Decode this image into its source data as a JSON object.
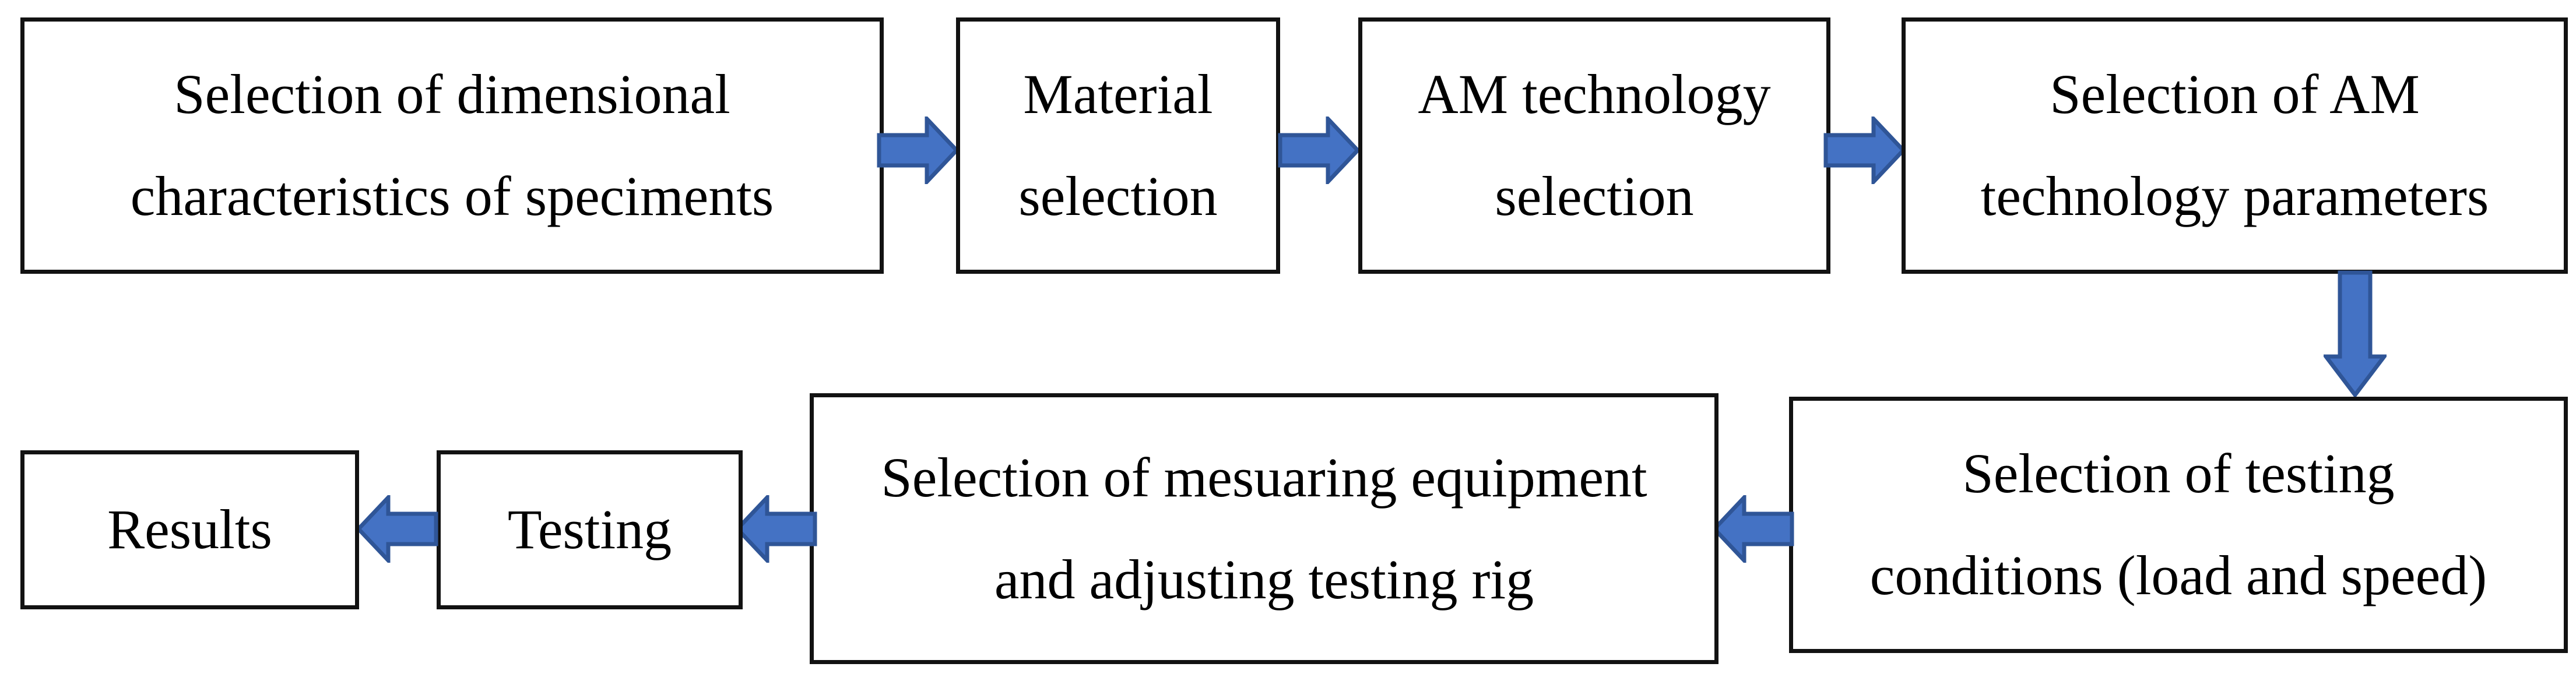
{
  "diagram": {
    "type": "flowchart",
    "background_color": "#ffffff",
    "box_border_color": "#121212",
    "text_color": "#000000",
    "arrow_fill_color": "#4472C4",
    "arrow_outline_color": "#2F5597",
    "boxes": [
      {
        "id": "box-dimensional",
        "lines": [
          "Selection of dimensional",
          "characteristics of speciments"
        ]
      },
      {
        "id": "box-material",
        "lines": [
          "Material",
          "selection"
        ]
      },
      {
        "id": "box-am-technology",
        "lines": [
          "AM technology",
          "selection"
        ]
      },
      {
        "id": "box-am-parameters",
        "lines": [
          "Selection of AM",
          "technology parameters"
        ]
      },
      {
        "id": "box-testing-conditions",
        "lines": [
          "Selection of testing",
          "conditions (load and speed)"
        ]
      },
      {
        "id": "box-measuring",
        "lines": [
          "Selection of mesuaring equipment",
          "and adjusting testing rig"
        ]
      },
      {
        "id": "box-testing",
        "lines": [
          "Testing"
        ]
      },
      {
        "id": "box-results",
        "lines": [
          "Results"
        ]
      }
    ],
    "arrows": [
      {
        "name": "arrow-right",
        "from": "Selection of dimensional characteristics of speciments",
        "to": "Material selection"
      },
      {
        "name": "arrow-right",
        "from": "Material selection",
        "to": "AM technology selection"
      },
      {
        "name": "arrow-right",
        "from": "AM technology selection",
        "to": "Selection of AM technology parameters"
      },
      {
        "name": "arrow-down",
        "from": "Selection of AM technology parameters",
        "to": "Selection of testing conditions (load and speed)"
      },
      {
        "name": "arrow-left",
        "from": "Selection of testing conditions (load and speed)",
        "to": "Selection of mesuaring equipment and adjusting testing rig"
      },
      {
        "name": "arrow-left",
        "from": "Selection of mesuaring equipment and adjusting testing rig",
        "to": "Testing"
      },
      {
        "name": "arrow-left",
        "from": "Testing",
        "to": "Results"
      }
    ]
  }
}
